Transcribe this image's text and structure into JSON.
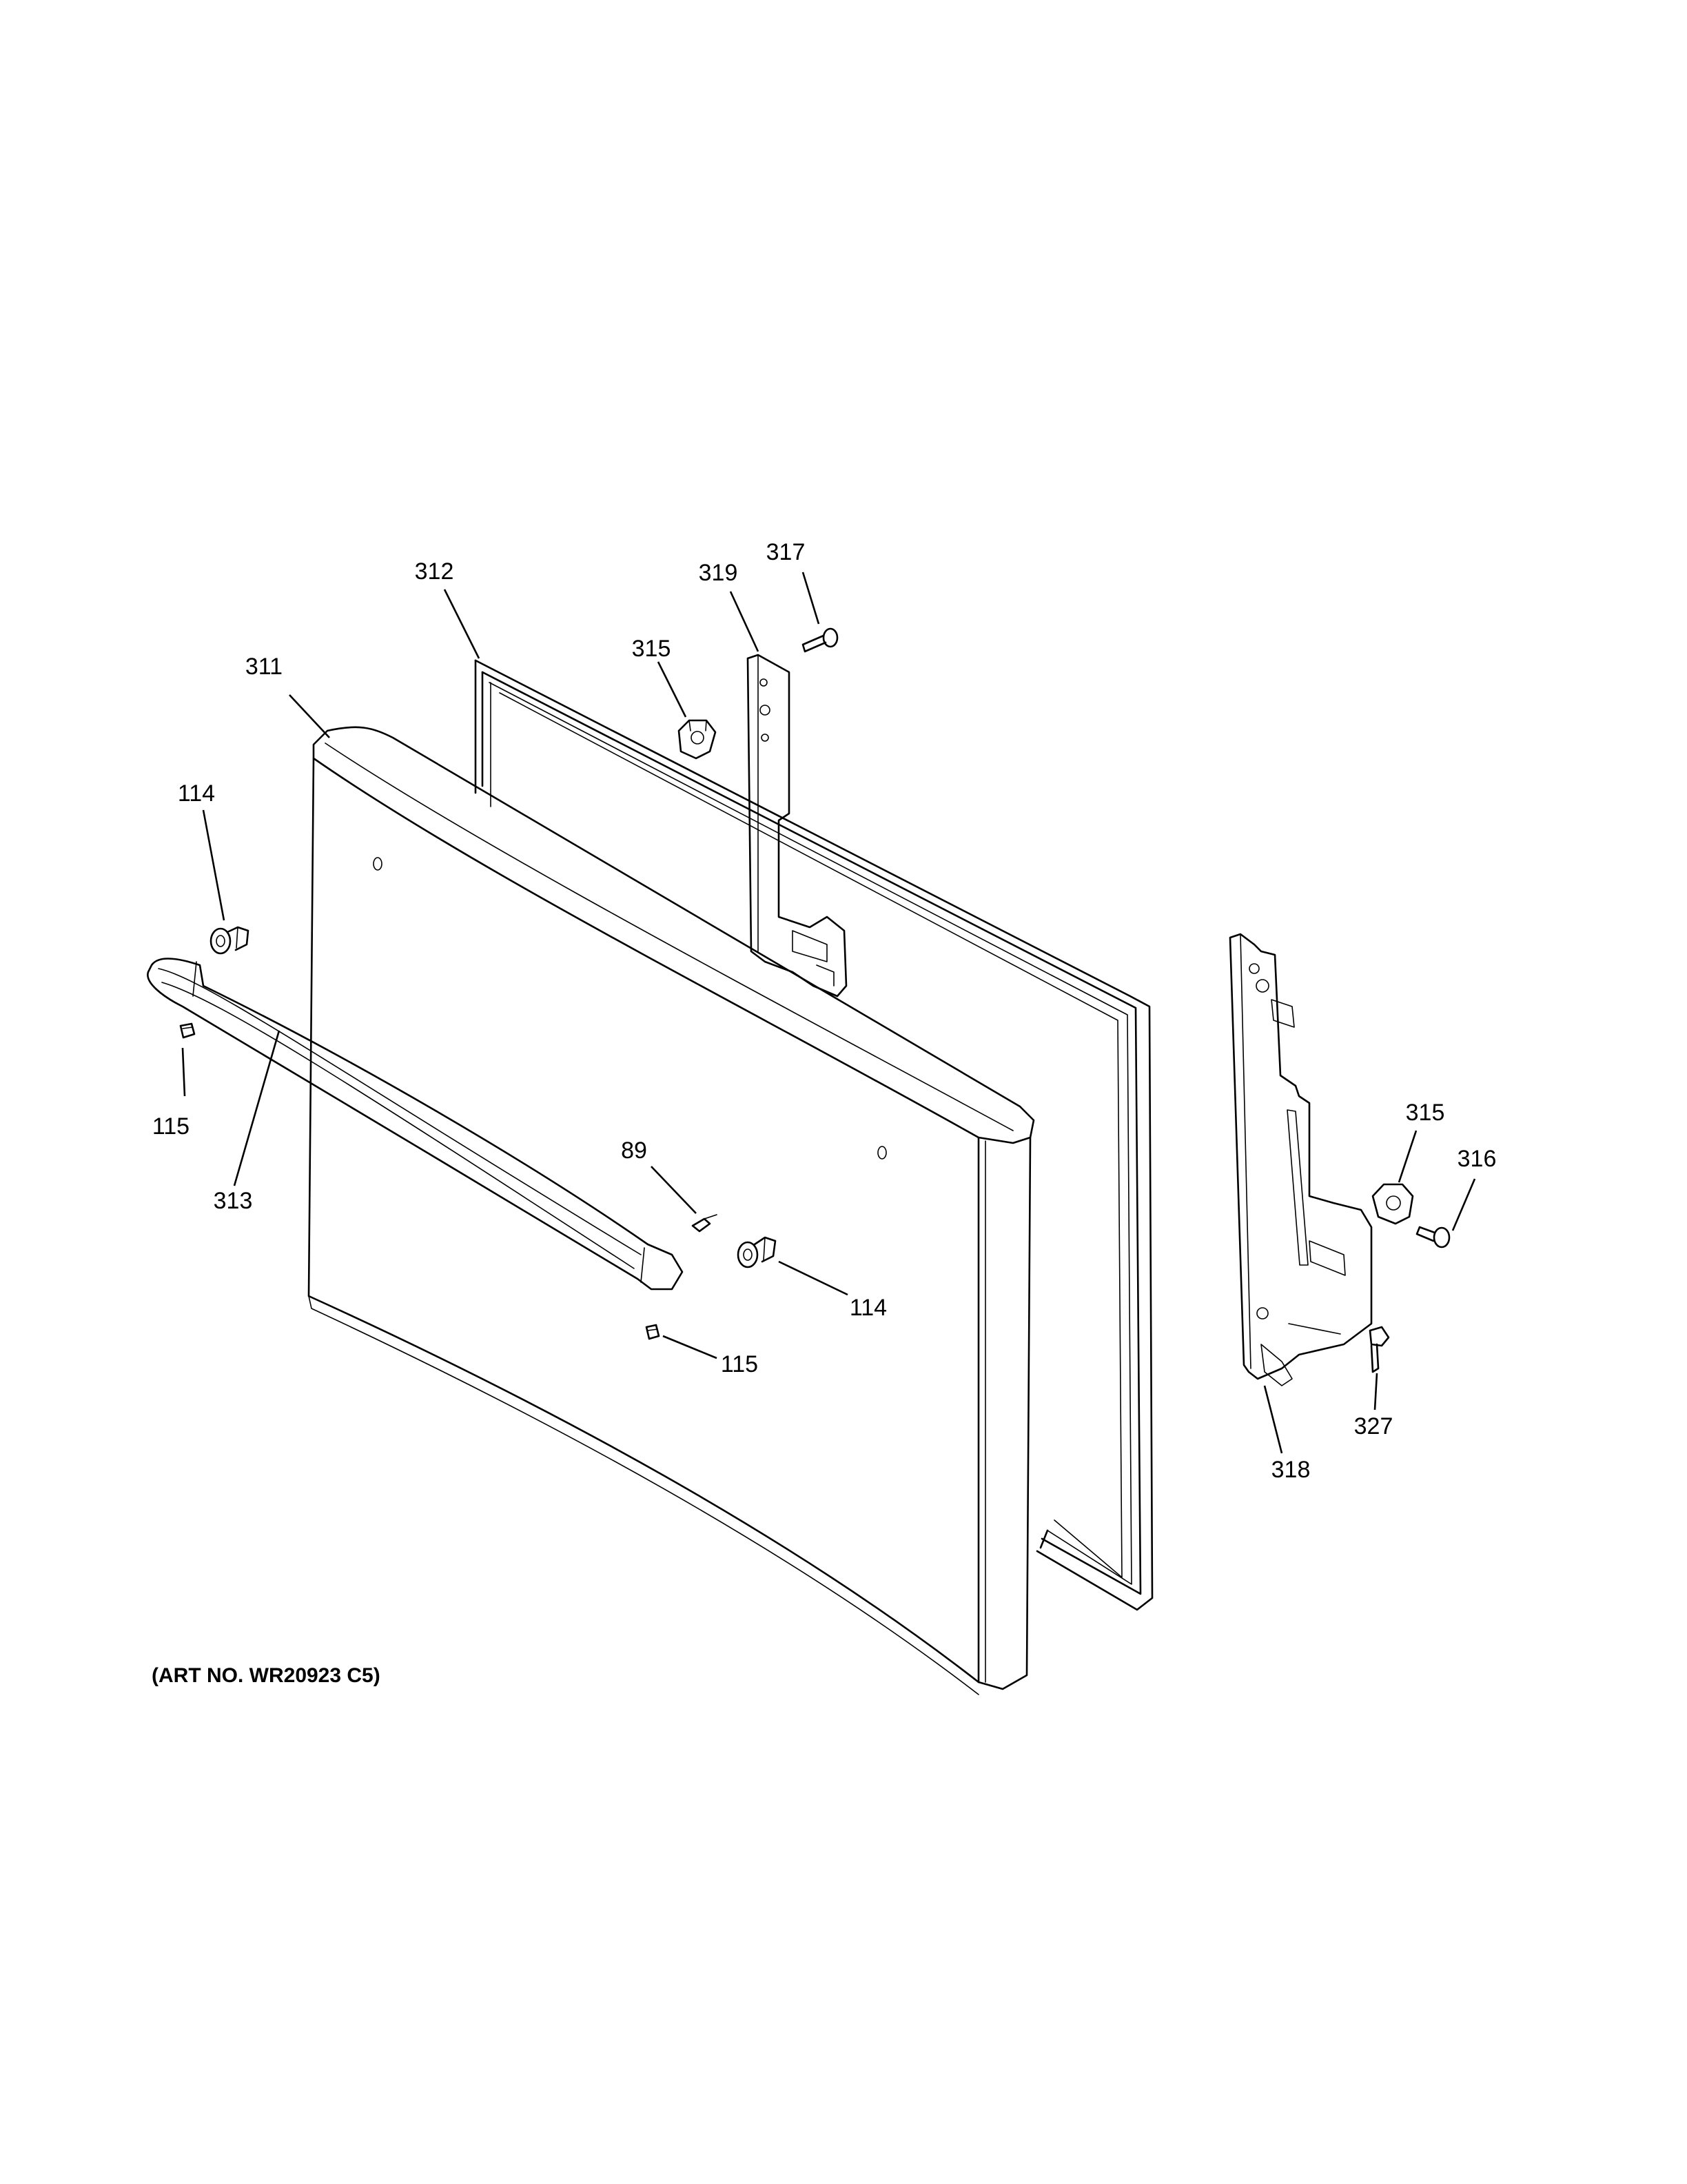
{
  "callouts": {
    "c311": "311",
    "c312": "312",
    "c313": "313",
    "c315a": "315",
    "c315b": "315",
    "c316": "316",
    "c317": "317",
    "c318": "318",
    "c319": "319",
    "c327": "327",
    "c114a": "114",
    "c114b": "114",
    "c115a": "115",
    "c115b": "115",
    "c89": "89"
  },
  "art_number": "(ART NO. WR20923 C5)"
}
